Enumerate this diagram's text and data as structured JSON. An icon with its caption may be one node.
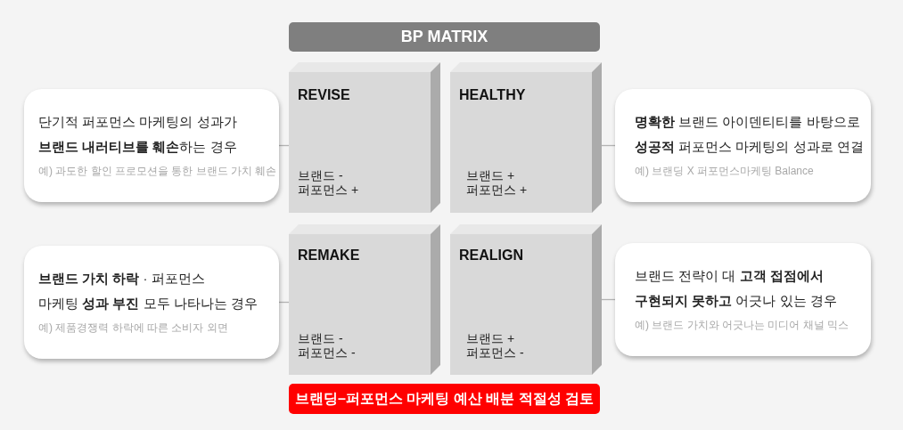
{
  "diagram": {
    "nodes": [
      {
        "text": [
          "BP MATRIX"
        ]
      },
      {
        "text": [
          "단기적 퍼포먼스 마케팅의 성과가 **브랜드 내러티브를 훼손**하는 경우",
          "예) 과도한 할인 프로모션을 통한 브랜드 가치 훼손"
        ]
      },
      {
        "text": [
          "REVISE",
          "브랜드 - 퍼포먼스 +"
        ]
      },
      {
        "text": [
          "HEALTHY",
          "브랜드 + 퍼포먼스 +"
        ]
      },
      {
        "text": [
          "**명확한** 브랜드 아이덴티티를 바탕으로 **성공적** 퍼포먼스 마케팅의 성과로 연결",
          "예) 브랜딩 X 퍼포먼스마케팅 Balance"
        ]
      },
      {
        "text": [
          "**브랜드 가치 하락** · 퍼포먼스 마케팅 **성과 부진** 모두 나타나는 경우",
          "예) 제품경쟁력 하락에 따른 소비자 외면"
        ]
      },
      {
        "text": [
          "REMAKE",
          "브랜드 - 퍼포먼스 -"
        ]
      },
      {
        "text": [
          "REALIGN",
          "브랜드 + 퍼포먼스 -"
        ]
      },
      {
        "text": [
          "브랜드 전략이 대 **고객 접점에서 구현되지 못하고** 어긋나 있는 경우",
          "예) 브랜드 가치와 어긋나는 미디어 채널 믹스"
        ]
      },
      {
        "text": [
          "브랜딩–퍼포먼스 마케팅 예산 배분 적절성 검토"
        ]
      }
    ],
    "edges": [
      {
        "from": 1,
        "to": 2,
        "arrow": "none"
      },
      {
        "from": 3,
        "to": 4,
        "arrow": "none"
      },
      {
        "from": 5,
        "to": 6,
        "arrow": "none"
      },
      {
        "from": 7,
        "to": 8,
        "arrow": "none"
      }
    ]
  }
}
